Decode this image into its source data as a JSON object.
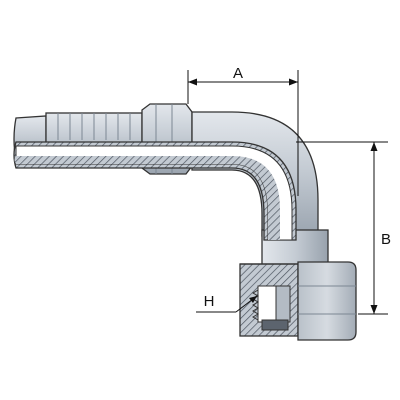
{
  "diagram": {
    "labels": {
      "a": "A",
      "b": "B",
      "h": "H"
    },
    "colors": {
      "body_light": "#c9cfd6",
      "body_mid": "#aeb6bf",
      "body_dark": "#8e98a3",
      "outline": "#333333",
      "hatch": "#4d5560",
      "dimension": "#111111",
      "background": "#ffffff"
    }
  }
}
